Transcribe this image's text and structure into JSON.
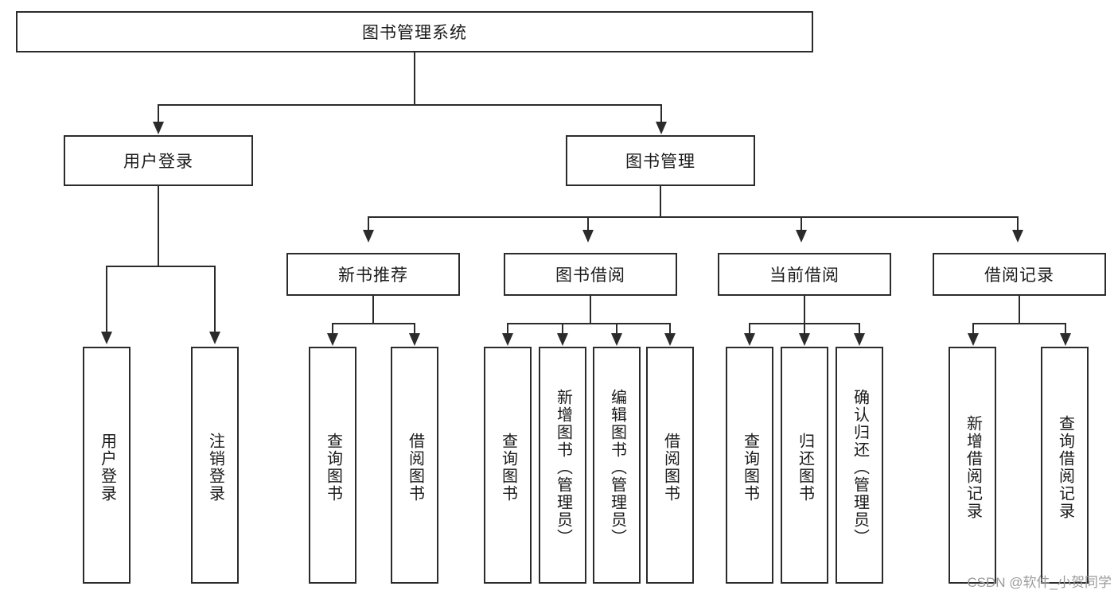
{
  "diagram": {
    "type": "tree-hierarchy",
    "title": "图书管理系统",
    "root": {
      "label": "图书管理系统"
    },
    "level2": [
      {
        "id": "user-login",
        "label": "用户登录"
      },
      {
        "id": "book-manage",
        "label": "图书管理"
      }
    ],
    "level3": [
      {
        "id": "new-book-recommend",
        "label": "新书推荐",
        "parent": "book-manage"
      },
      {
        "id": "book-borrow",
        "label": "图书借阅",
        "parent": "book-manage"
      },
      {
        "id": "current-borrow",
        "label": "当前借阅",
        "parent": "book-manage"
      },
      {
        "id": "borrow-record",
        "label": "借阅记录",
        "parent": "book-manage"
      }
    ],
    "leaves": {
      "user_login": [
        {
          "id": "leaf-user-login",
          "label": "用户登录"
        },
        {
          "id": "leaf-logout",
          "label": "注销登录"
        }
      ],
      "new_book_recommend": [
        {
          "id": "leaf-query-book-1",
          "label": "查询图书"
        },
        {
          "id": "leaf-borrow-book-1",
          "label": "借阅图书"
        }
      ],
      "book_borrow": [
        {
          "id": "leaf-query-book-2",
          "label": "查询图书"
        },
        {
          "id": "leaf-add-book",
          "label": "新增图书（管理员）"
        },
        {
          "id": "leaf-edit-book",
          "label": "编辑图书（管理员）"
        },
        {
          "id": "leaf-borrow-book-2",
          "label": "借阅图书"
        }
      ],
      "current_borrow": [
        {
          "id": "leaf-query-book-3",
          "label": "查询图书"
        },
        {
          "id": "leaf-return-book",
          "label": "归还图书"
        },
        {
          "id": "leaf-confirm-return",
          "label": "确认归还（管理员）"
        }
      ],
      "borrow_record": [
        {
          "id": "leaf-add-record",
          "label": "新增借阅记录"
        },
        {
          "id": "leaf-query-record",
          "label": "查询借阅记录"
        }
      ]
    },
    "watermark": "CSDN @软件_小贺同学",
    "colors": {
      "stroke": "#2b2b2b",
      "fill": "#ffffff",
      "text": "#1a1a1a",
      "watermark": "#9b9b9b"
    }
  }
}
